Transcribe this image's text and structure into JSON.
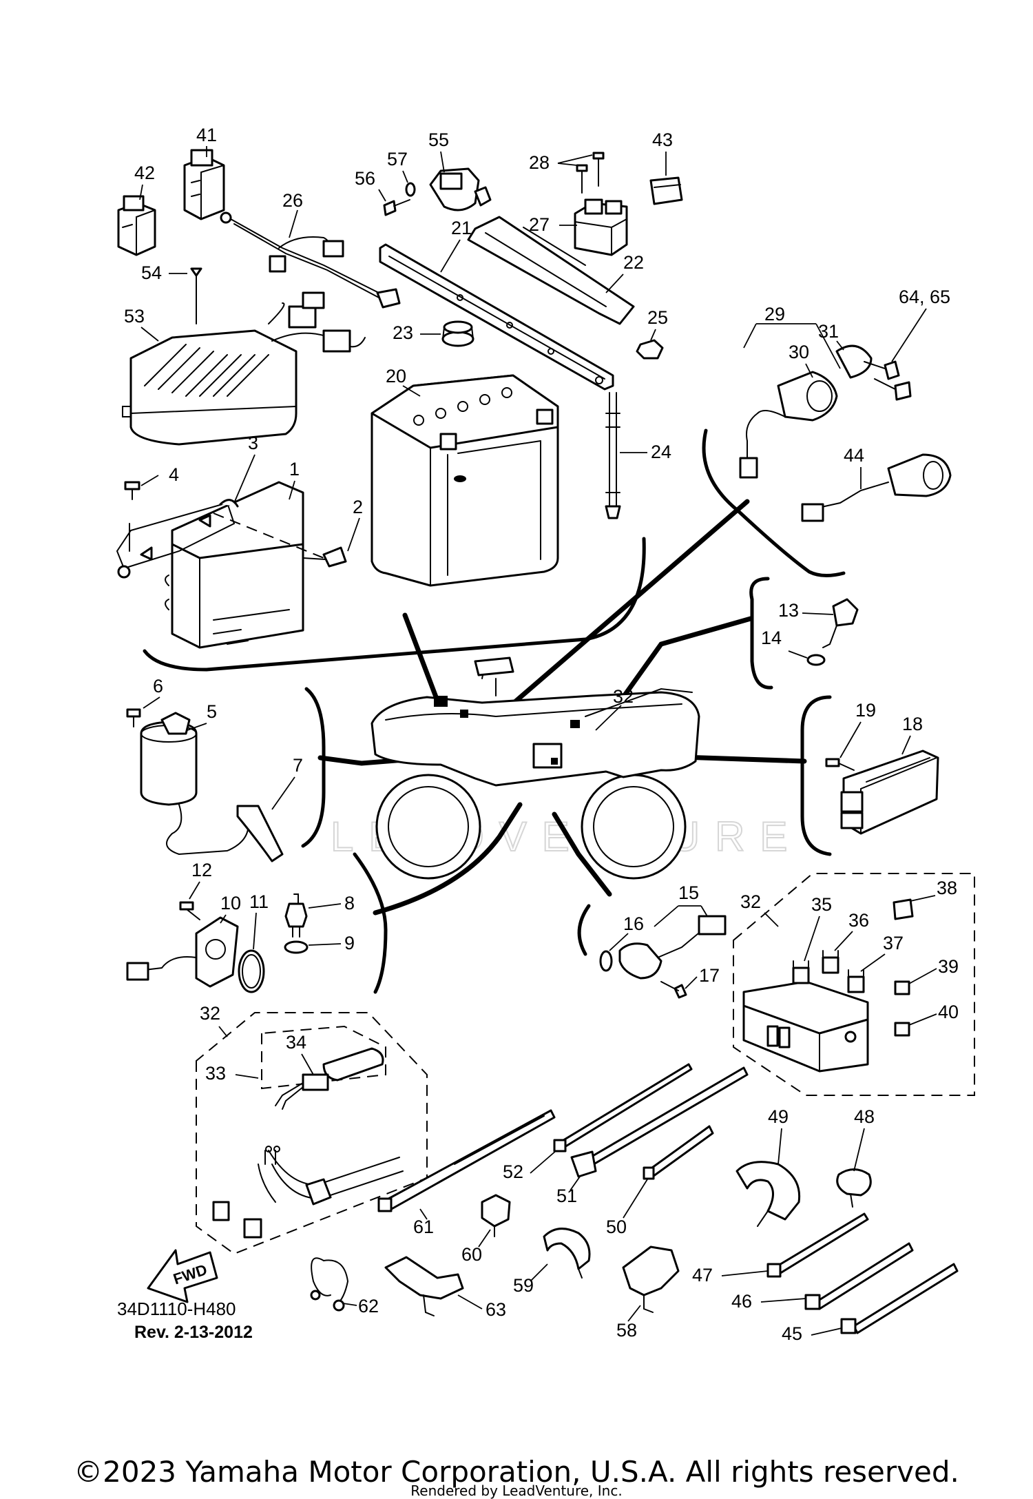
{
  "diagram": {
    "code": "34D1110-H480",
    "revision": "Rev.  2-13-2012",
    "direction_arrow": "FWD",
    "watermark": "LEADVENTURE",
    "copyright": "©2023 Yamaha Motor Corporation, U.S.A. All rights reserved.",
    "rendered_by": "Rendered by LeadVenture, Inc."
  },
  "callouts": {
    "c1": "1",
    "c2": "2",
    "c3": "3",
    "c4": "4",
    "c5": "5",
    "c6": "6",
    "c7": "7",
    "c8": "8",
    "c9": "9",
    "c10": "10",
    "c11": "11",
    "c12": "12",
    "c13": "13",
    "c14": "14",
    "c15": "15",
    "c16": "16",
    "c17": "17",
    "c18": "18",
    "c19": "19",
    "c20": "20",
    "c21": "21",
    "c22": "22",
    "c23": "23",
    "c24": "24",
    "c25": "25",
    "c26": "26",
    "c27": "27",
    "c28": "28",
    "c29": "29",
    "c30": "30",
    "c31": "31",
    "c32a": "32",
    "c32b": "32",
    "c32c": "32",
    "c33": "33",
    "c34": "34",
    "c35": "35",
    "c36": "36",
    "c37": "37",
    "c38": "38",
    "c39": "39",
    "c40": "40",
    "c41": "41",
    "c42": "42",
    "c43": "43",
    "c44": "44",
    "c45": "45",
    "c46": "46",
    "c47": "47",
    "c48": "48",
    "c49": "49",
    "c50": "50",
    "c51": "51",
    "c52": "52",
    "c53": "53",
    "c54": "54",
    "c55": "55",
    "c56": "56",
    "c57": "57",
    "c58": "58",
    "c59": "59",
    "c60": "60",
    "c61": "61",
    "c62": "62",
    "c63": "63",
    "c6465": "64, 65"
  }
}
